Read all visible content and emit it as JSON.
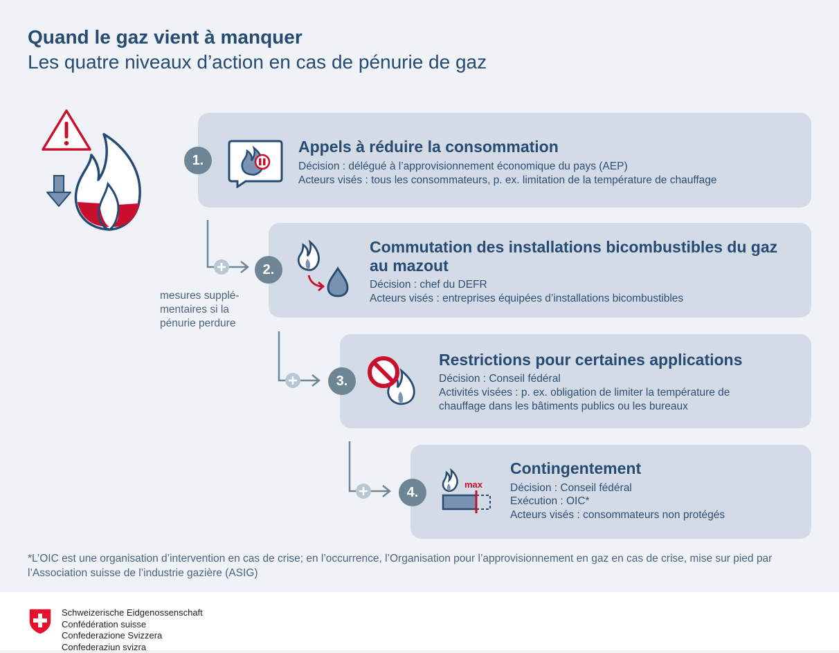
{
  "header": {
    "title": "Quand le gaz vient à manquer",
    "subtitle": "Les quatre niveaux d’action en cas de pénurie de gaz"
  },
  "side_note": {
    "lines": [
      "mesures supplé-",
      "mentaires si la",
      "pénurie perdure"
    ]
  },
  "levels": [
    {
      "number": "1.",
      "title": "Appels à réduire la consommation",
      "lines": [
        "Décision : délégué à l’approvisionnement économique du pays (AEP)",
        "Acteurs visés : tous les consommateurs, p. ex. limitation de la température de chauffage"
      ]
    },
    {
      "number": "2.",
      "title_lines": [
        "Commutation des installations bicombustibles du gaz",
        "au mazout"
      ],
      "lines": [
        "Décision : chef du DEFR",
        "Acteurs visés : entreprises équipées d’installations bicombustibles"
      ]
    },
    {
      "number": "3.",
      "title": "Restrictions pour certaines applications",
      "lines": [
        "Décision : Conseil fédéral",
        "Activités visées : p. ex. obligation de limiter la température de",
        "chauffage dans les bâtiments publics ou les bureaux"
      ]
    },
    {
      "number": "4.",
      "title": "Contingentement",
      "icon_label": "max",
      "lines": [
        "Décision : Conseil fédéral",
        "Exécution : OIC*",
        "Acteurs visés : consommateurs non protégés"
      ]
    }
  ],
  "footnote": "*L’OIC est une organisation d’intervention en cas de crise; en l’occurrence, l’Organisation pour l’approvisionnement en gaz en cas de crise, mise sur pied par l’Association suisse de l’industrie gazière (ASIG)",
  "footer": {
    "lines": [
      "Schweizerische Eidgenossenschaft",
      "Confédération suisse",
      "Confederazione Svizzera",
      "Confederaziun svizra"
    ]
  },
  "colors": {
    "navy": "#264a72",
    "card": "#d3dce6",
    "badge": "#6e8596",
    "red": "#c8102e",
    "background": "#eff3f7"
  }
}
